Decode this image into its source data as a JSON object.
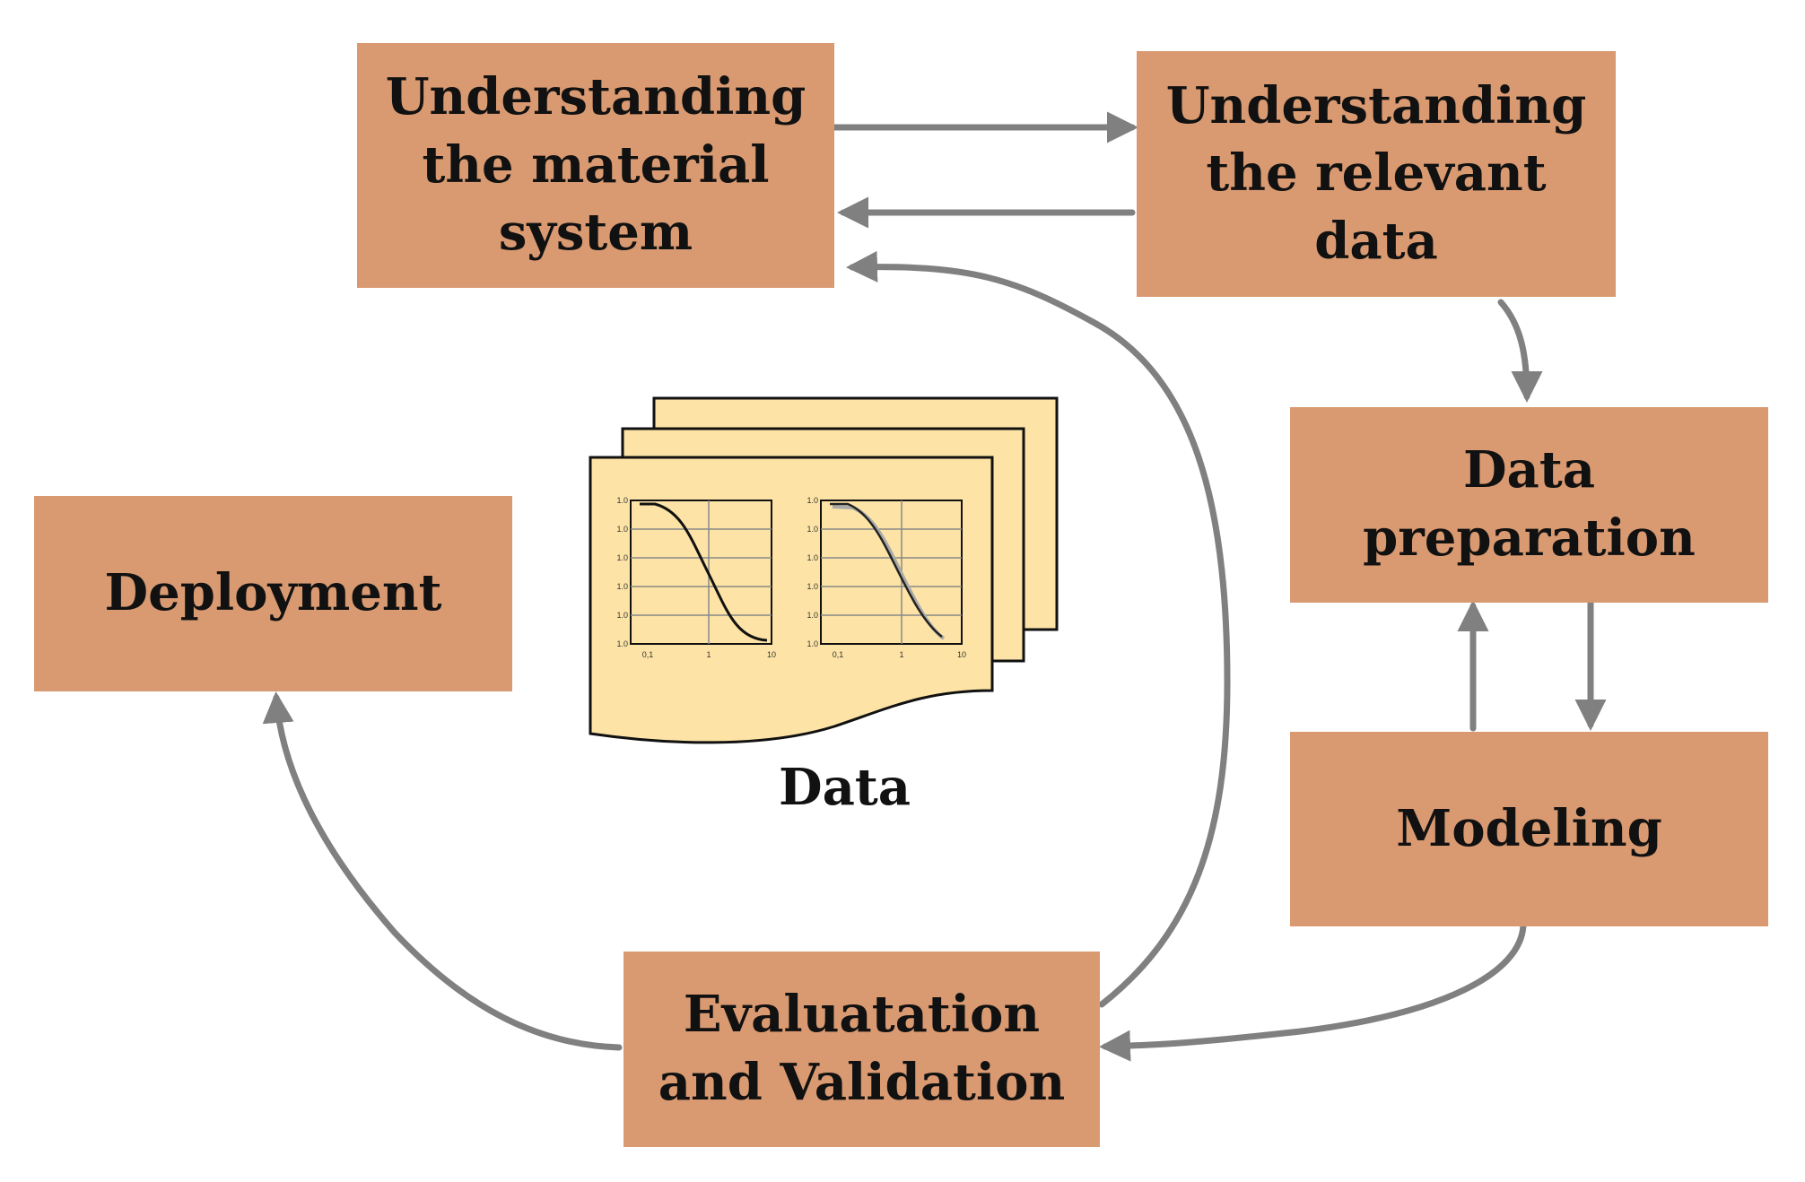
{
  "colors": {
    "box_fill": "#d99a72",
    "arrow": "#808080",
    "sheet_fill": "#fde4a6",
    "text": "#111111"
  },
  "boxes": {
    "understanding_material": "Understanding\nthe material\nsystem",
    "understanding_data": "Understanding\nthe relevant\ndata",
    "data_preparation": "Data\npreparation",
    "modeling": "Modeling",
    "evaluation": "Evaluatation\nand Validation",
    "deployment": "Deployment"
  },
  "data_icon": {
    "label": "Data",
    "chart1": {
      "y_ticks": [
        "1.0",
        "1.0",
        "1.0",
        "1.0",
        "1.0",
        "1.0"
      ],
      "x_ticks": [
        "0,1",
        "1",
        "10"
      ]
    },
    "chart2": {
      "y_ticks": [
        "1.0",
        "1.0",
        "1.0",
        "1.0",
        "1.0",
        "1.0"
      ],
      "x_ticks": [
        "0,1",
        "1",
        "10"
      ]
    }
  }
}
